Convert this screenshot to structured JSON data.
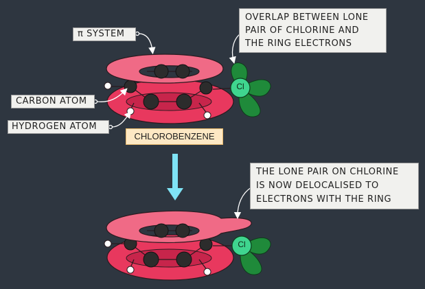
{
  "labels": {
    "pi_system": "π SYSTEM",
    "carbon_atom": "CARBON ATOM",
    "hydrogen_atom": "HYDROGEN ATOM",
    "overlap": [
      "OVERLAP BETWEEN LONE",
      "PAIR OF CHLORINE AND",
      "THE RING ELECTRONS"
    ],
    "delocalised": [
      "THE LONE PAIR ON CHLORINE",
      "IS NOW DELOCALISED TO",
      "ELECTRONS WITH THE RING"
    ]
  },
  "compound_name": "CHLOROBENZENE",
  "chlorine_symbol": "Cl",
  "colors": {
    "background": "#2e3640",
    "ring_top": "#f06a86",
    "ring_bottom": "#e8385e",
    "carbon_atom": "#2c2c2c",
    "hydrogen_atom": "#ffffff",
    "chlorine_orbital": "#1f8a3a",
    "chlorine_atom": "#3fd58f",
    "reaction_arrow": "#7fe3f5",
    "badge_fill": "#fde8c4"
  },
  "icons": {
    "reaction_arrow": "down-arrow-icon",
    "pointer_lines": "curved-pointer-icon"
  }
}
